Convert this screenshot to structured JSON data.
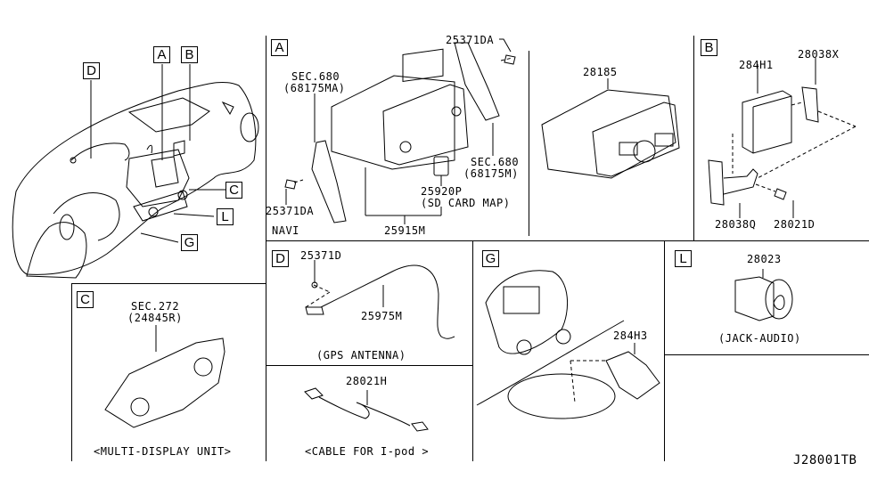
{
  "diagram": {
    "drawing_code": "J28001TB",
    "overview": {
      "callouts": [
        "D",
        "A",
        "B",
        "C",
        "L",
        "G"
      ]
    },
    "sections": [
      {
        "id": "A",
        "labels": {
          "bracket_left_ref": "SEC.680",
          "bracket_left_part": "(68175MA)",
          "screw_top": "25371DA",
          "bracket_right_ref": "SEC.680",
          "bracket_right_part": "(68175M)",
          "screw_left": "25371DA",
          "sd_card": "25920P",
          "sd_card_desc": "(SD CARD MAP)",
          "unit": "25915M",
          "variant": "NAVI"
        }
      },
      {
        "id": "audio",
        "labels": {
          "unit": "28185"
        }
      },
      {
        "id": "B",
        "labels": {
          "module": "284H1",
          "bracket_right": "28038X",
          "bracket_left": "28038Q",
          "bolt": "28021D"
        }
      },
      {
        "id": "C",
        "labels": {
          "ref": "SEC.272",
          "part": "(24845R)",
          "caption": "<MULTI-DISPLAY UNIT>"
        }
      },
      {
        "id": "D",
        "labels": {
          "screw": "25371D",
          "antenna": "25975M",
          "caption": "(GPS ANTENNA)"
        }
      },
      {
        "id": "ipod",
        "labels": {
          "cable": "28021H",
          "caption": "<CABLE FOR I-pod >"
        }
      },
      {
        "id": "G",
        "labels": {
          "part": "284H3"
        }
      },
      {
        "id": "L",
        "labels": {
          "part": "28023",
          "caption": "(JACK-AUDIO)"
        }
      }
    ]
  }
}
